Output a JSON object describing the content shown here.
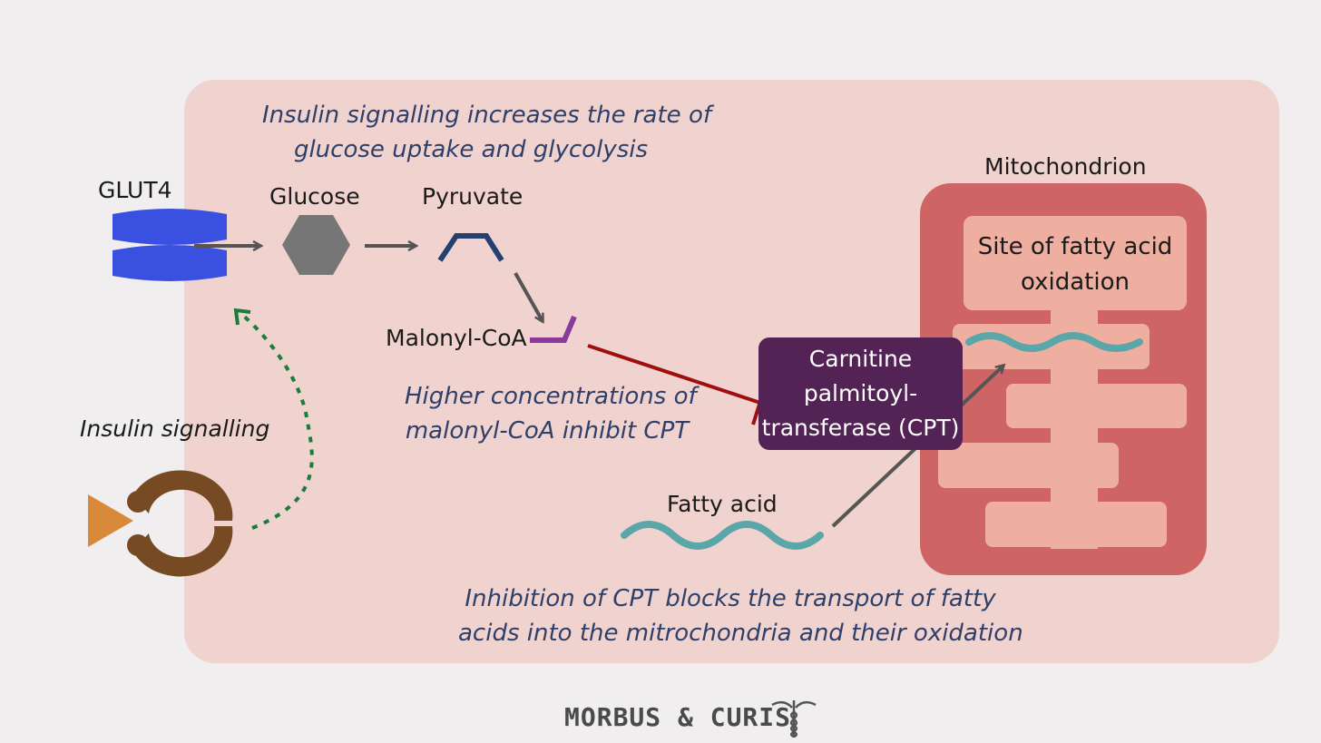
{
  "colors": {
    "background": "#f0eeee",
    "cell": "#f0d2ce",
    "mitochondrion": "#cf6464",
    "inner_membrane": "#efafa0",
    "glut4": "#3a50e0",
    "glucose": "#767676",
    "pyruvate": "#24406e",
    "malonyl_coa": "#8a3a9a",
    "cpt": "#522354",
    "fatty_acid": "#5aa6a8",
    "inhibition": "#a00e0e",
    "insulin_path": "#1a7d3a",
    "receptor": "#764a22",
    "insulin": "#d88a3a",
    "note_text": "#2e3f6a"
  },
  "labels": {
    "glut4": "GLUT4",
    "glucose": "Glucose",
    "pyruvate": "Pyruvate",
    "malonyl_coa": "Malonyl-CoA",
    "insulin_signalling": "Insulin signalling",
    "fatty_acid": "Fatty acid",
    "mitochondrion": "Mitochondrion",
    "site_line1": "Site of fatty acid",
    "site_line2": "oxidation",
    "cpt_line1": "Carnitine",
    "cpt_line2": "palmitoyl-",
    "cpt_line3": "transferase (CPT)"
  },
  "notes": {
    "insulin_line1": "Insulin signalling increases the rate of",
    "insulin_line2": "glucose uptake and glycolysis",
    "malonyl_line1": "Higher concentrations of",
    "malonyl_line2": "malonyl-CoA inhibit CPT",
    "cpt_line1": "Inhibition of CPT blocks the transport of fatty",
    "cpt_line2": "acids into the mitrochondria and their oxidation"
  },
  "brand": {
    "name": "MORBUS & CURIS",
    "logo_icon": "caduceus-icon"
  }
}
